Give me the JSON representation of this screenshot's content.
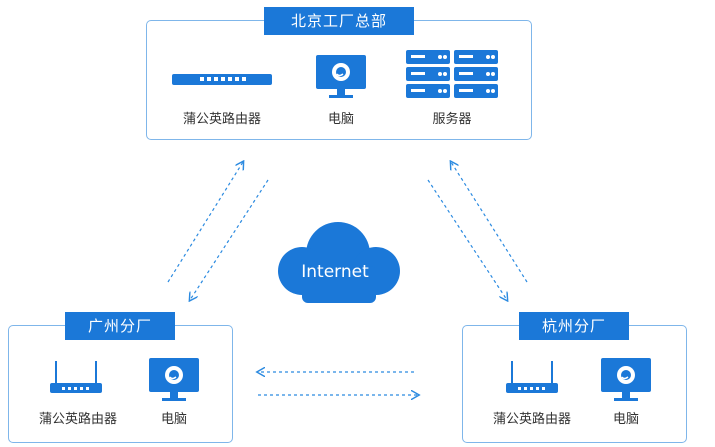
{
  "hq": {
    "title": "北京工厂总部",
    "devices": [
      {
        "icon": "router-icon",
        "label": "蒲公英路由器"
      },
      {
        "icon": "computer-icon",
        "label": "电脑"
      },
      {
        "icon": "server-icon",
        "label": "服务器"
      }
    ]
  },
  "cloud": {
    "label": "Internet",
    "icon": "cloud-icon"
  },
  "branch_gz": {
    "title": "广州分厂",
    "devices": [
      {
        "icon": "router-icon",
        "label": "蒲公英路由器"
      },
      {
        "icon": "computer-icon",
        "label": "电脑"
      }
    ]
  },
  "branch_hz": {
    "title": "杭州分厂",
    "devices": [
      {
        "icon": "router-icon",
        "label": "蒲公英路由器"
      },
      {
        "icon": "computer-icon",
        "label": "电脑"
      }
    ]
  },
  "colors": {
    "primary": "#1b78d8",
    "border": "#7fb6ea",
    "arrow": "#2b8ae0"
  }
}
